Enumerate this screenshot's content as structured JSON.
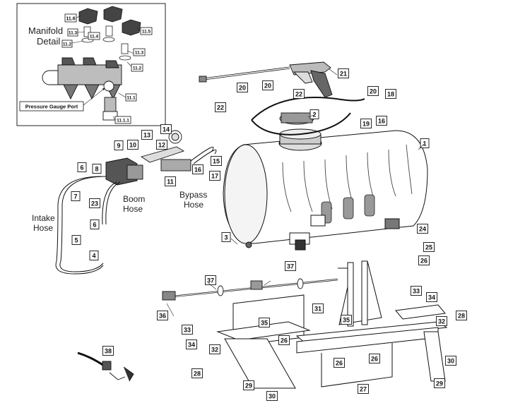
{
  "inset": {
    "title_line1": "Manifold",
    "title_line2": "Detail",
    "gauge_label": "Pressure Gauge Port",
    "tags": [
      "11.6",
      "11.3",
      "11.4",
      "11.2",
      "11.5",
      "11.3",
      "11.2",
      "11.1",
      "11.1.1"
    ]
  },
  "labels": {
    "intake_line1": "Intake",
    "intake_line2": "Hose",
    "boom_line1": "Boom",
    "boom_line2": "Hose",
    "bypass_line1": "Bypass",
    "bypass_line2": "Hose"
  },
  "tags": {
    "t1": "1",
    "t2": "2",
    "t3": "3",
    "t4": "4",
    "t5": "5",
    "t6a": "6",
    "t6b": "6",
    "t7": "7",
    "t8": "8",
    "t9": "9",
    "t10": "10",
    "t11": "11",
    "t12": "12",
    "t13": "13",
    "t14": "14",
    "t15": "15",
    "t16a": "16",
    "t16b": "16",
    "t17": "17",
    "t18": "18",
    "t19": "19",
    "t20a": "20",
    "t20b": "20",
    "t20c": "20",
    "t21": "21",
    "t22a": "22",
    "t22b": "22",
    "t23": "23",
    "t24": "24",
    "t25": "25",
    "t26a": "26",
    "t26b": "26",
    "t26c": "26",
    "t26d": "26",
    "t27": "27",
    "t28a": "28",
    "t28b": "28",
    "t29a": "29",
    "t29b": "29",
    "t30a": "30",
    "t30b": "30",
    "t31": "31",
    "t32a": "32",
    "t32b": "32",
    "t33a": "33",
    "t33b": "33",
    "t34a": "34",
    "t34b": "34",
    "t35a": "35",
    "t35b": "35",
    "t36": "36",
    "t37a": "37",
    "t37b": "37",
    "t38": "38"
  }
}
